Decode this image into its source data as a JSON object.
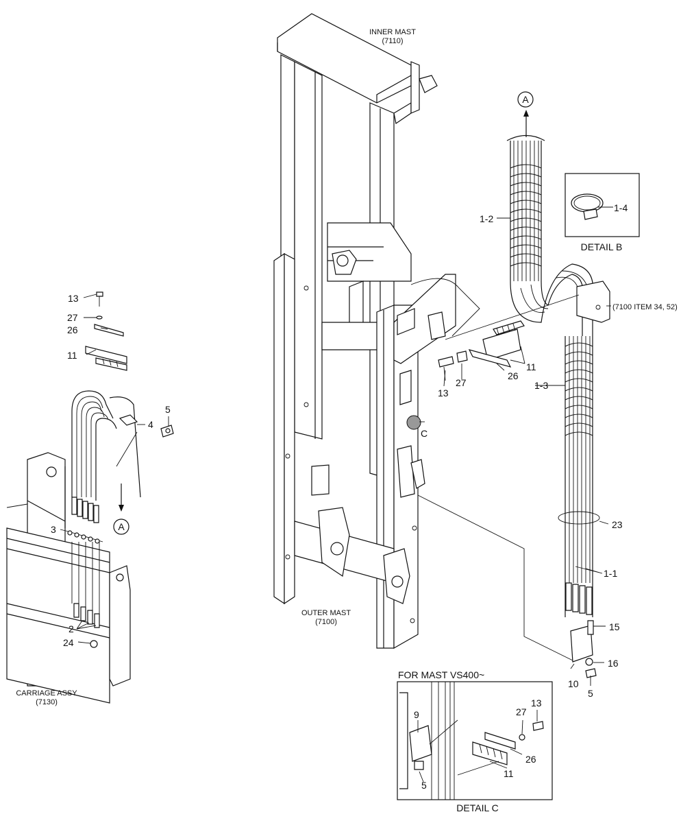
{
  "labels": {
    "inner_mast": "INNER MAST",
    "inner_mast_code": "(7110)",
    "outer_mast": "OUTER MAST",
    "outer_mast_code": "(7100)",
    "carriage": "CARRIAGE ASSY",
    "carriage_code": "(7130)",
    "outer_ref": "(7100 ITEM 34, 52)",
    "detail_b": "DETAIL B",
    "detail_c": "DETAIL C",
    "for_mast": "FOR MAST VS400~"
  },
  "callouts": {
    "a_top": "A",
    "a_left": "A",
    "c_marker": "C",
    "p1_1": "1-1",
    "p1_2": "1-2",
    "p1_3": "1-3",
    "p1_4": "1-4",
    "p2": "2",
    "p3": "3",
    "p4": "4",
    "p5_left": "5",
    "p5_right": "5",
    "p5_detail": "5",
    "p9": "9",
    "p10": "10",
    "p11_left": "11",
    "p11_center": "11",
    "p11_detail": "11",
    "p13_left": "13",
    "p13_center": "13",
    "p13_detail": "13",
    "p15": "15",
    "p16": "16",
    "p23": "23",
    "p24": "24",
    "p26_left": "26",
    "p26_center": "26",
    "p26_detail": "26",
    "p27_left": "27",
    "p27_center": "27",
    "p27_detail": "27"
  }
}
